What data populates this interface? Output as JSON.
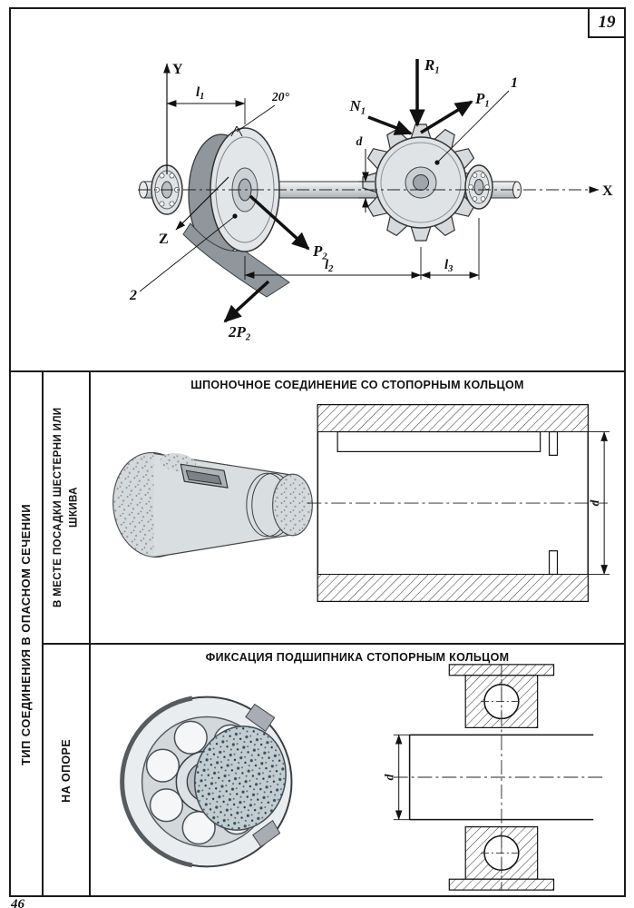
{
  "page": {
    "figure_number": "19",
    "page_number": "46"
  },
  "shaft_scheme": {
    "axes": {
      "x": "X",
      "y": "Y",
      "z": "Z"
    },
    "angle": "20°",
    "dims": {
      "l1": {
        "base": "l",
        "sub": "1"
      },
      "l2": {
        "base": "l",
        "sub": "2"
      },
      "l3": {
        "base": "l",
        "sub": "3"
      },
      "d": "d"
    },
    "forces": {
      "r1": {
        "base": "R",
        "sub": "1"
      },
      "n1": {
        "base": "N",
        "sub": "1"
      },
      "p1": {
        "base": "P",
        "sub": "1"
      },
      "p2": {
        "base": "P",
        "sub": "2"
      },
      "belt_resultant": {
        "base": "2P",
        "sub": "2"
      }
    },
    "callouts": {
      "gear": "1",
      "pulley": "2"
    }
  },
  "table": {
    "row_header": "ТИП СОЕДИНЕНИЯ В ОПАСНОМ СЕЧЕНИИ",
    "rows": [
      {
        "place_label": "В МЕСТЕ ПОСАДКИ ШЕСТЕРНИ ИЛИ ШКИВА",
        "title": "ШПОНОЧНОЕ СОЕДИНЕНИЕ СО СТОПОРНЫМ КОЛЬЦОМ",
        "dim_d": "d"
      },
      {
        "place_label": "НА ОПОРЕ",
        "title": "ФИКСАЦИЯ ПОДШИПНИКА СТОПОРНЫМ КОЛЬЦОМ",
        "dim_d": "d"
      }
    ]
  }
}
